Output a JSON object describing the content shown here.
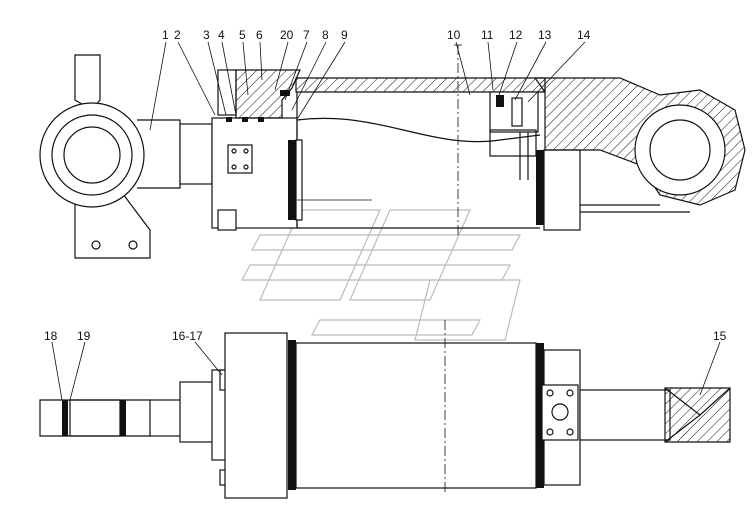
{
  "callouts": {
    "n1": "1",
    "n2": "2",
    "n3": "3",
    "n4": "4",
    "n5": "5",
    "n6": "6",
    "n20": "20",
    "n7": "7",
    "n8": "8",
    "n9": "9",
    "n10": "10",
    "n11": "11",
    "n12": "12",
    "n13": "13",
    "n14": "14",
    "n18": "18",
    "n19": "19",
    "n16_17": "16-17",
    "n15": "15"
  }
}
